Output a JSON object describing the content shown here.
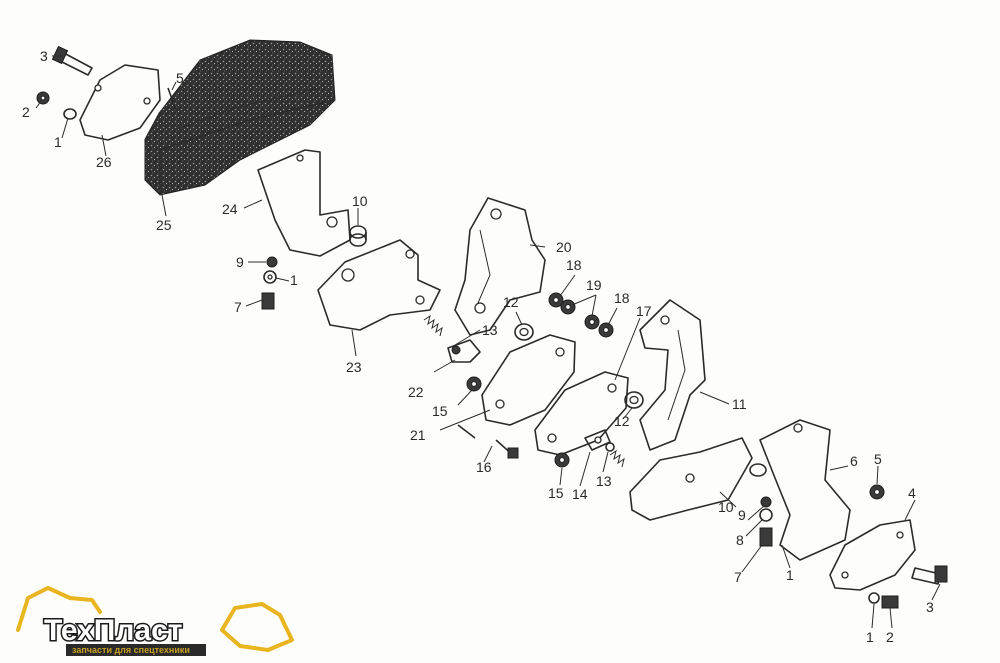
{
  "diagram": {
    "callouts": [
      "1",
      "2",
      "3",
      "4",
      "5",
      "6",
      "7",
      "8",
      "9",
      "10",
      "11",
      "12",
      "13",
      "14",
      "15",
      "16",
      "17",
      "18",
      "19",
      "20",
      "21",
      "22",
      "23",
      "24",
      "25",
      "26"
    ]
  },
  "logo": {
    "brand": "ТехПласт",
    "tagline": "запчасти для спецтехники",
    "color": "#e8b520"
  }
}
